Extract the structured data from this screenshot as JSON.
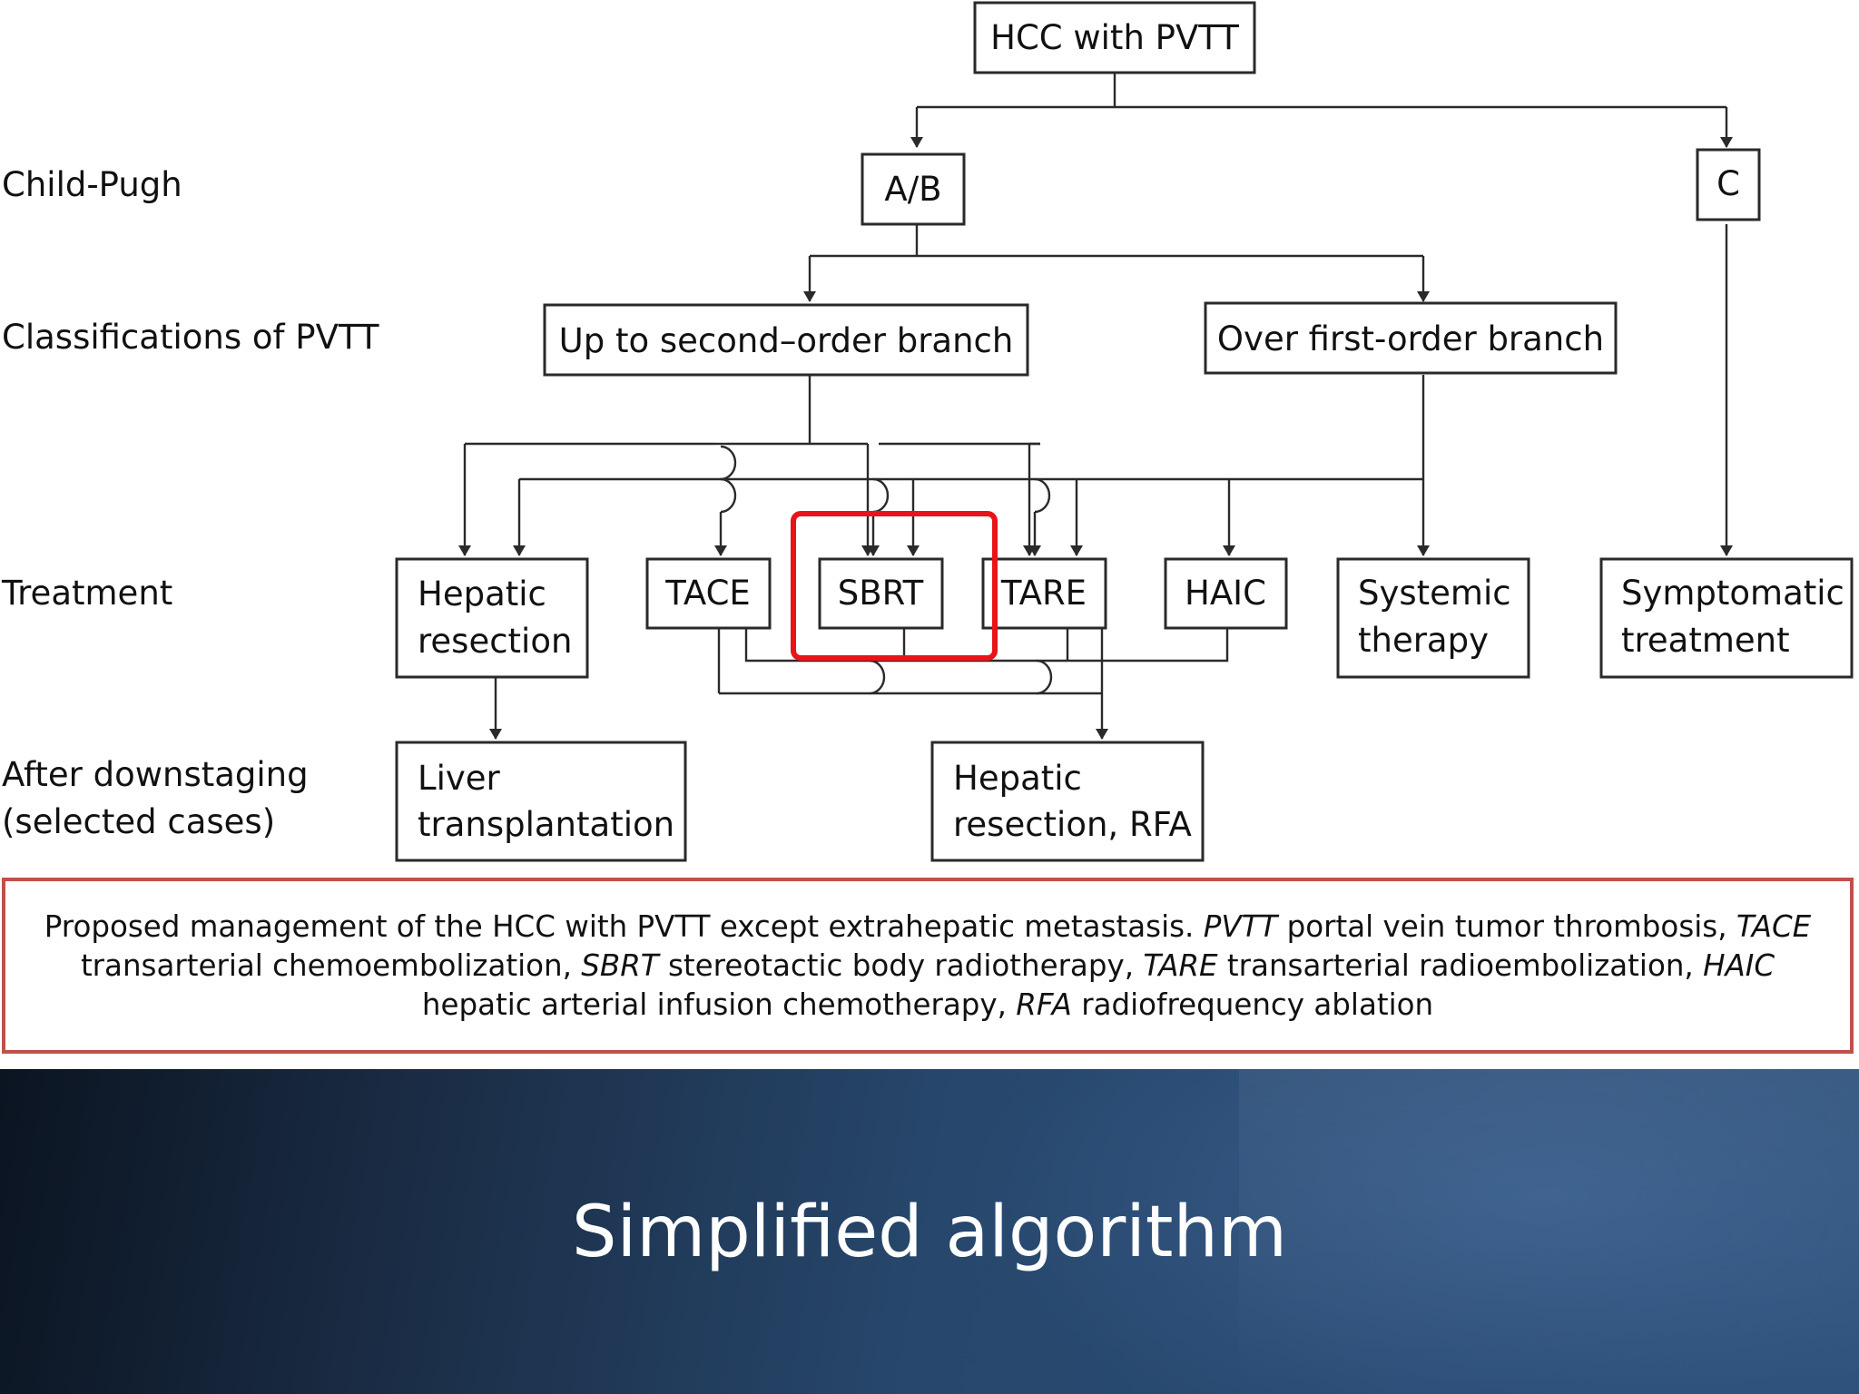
{
  "diagram": {
    "row_labels": {
      "child_pugh": "Child-Pugh",
      "classifications": "Classifications of PVTT",
      "treatment": "Treatment",
      "downstaging_line1": "After downstaging",
      "downstaging_line2": "(selected cases)"
    },
    "nodes": {
      "root": "HCC with PVTT",
      "ab": "A/B",
      "c": "C",
      "second_order": "Up to second–order branch",
      "first_order": "Over first-order branch",
      "hepatic_resection_l1": "Hepatic",
      "hepatic_resection_l2": "resection",
      "tace": "TACE",
      "sbrt": "SBRT",
      "tare": "TARE",
      "haic": "HAIC",
      "systemic_l1": "Systemic",
      "systemic_l2": "therapy",
      "symptomatic_l1": "Symptomatic",
      "symptomatic_l2": "treatment",
      "liver_tx_l1": "Liver",
      "liver_tx_l2": "transplantation",
      "resection_rfa_l1": "Hepatic",
      "resection_rfa_l2": "resection, RFA"
    },
    "highlight_color": "#e8141a",
    "line_color": "#2a2a2a"
  },
  "caption": {
    "s1": "Proposed management of the HCC with PVTT except extrahepatic metastasis. ",
    "t1": "PVTT",
    "d1": " portal vein tumor thrombosis, ",
    "t2": "TACE",
    "d2": " transarterial chemoembolization, ",
    "t3": "SBRT",
    "d3": " stereotactic body radiotherapy, ",
    "t4": "TARE",
    "d4": " transarterial radioembolization, ",
    "t5": "HAIC",
    "d5": " hepatic arterial infusion chemotherapy, ",
    "t6": "RFA",
    "d6": " radiofrequency ablation",
    "border_color": "#c0504d"
  },
  "slide": {
    "title": "Simplified algorithm"
  }
}
